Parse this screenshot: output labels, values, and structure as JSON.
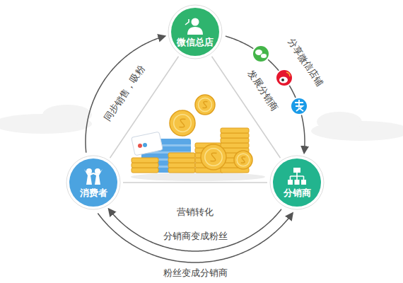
{
  "diagram": {
    "nodes": [
      {
        "text": [
          "微信总店"
        ]
      },
      {
        "text": [
          "消费者"
        ]
      },
      {
        "text": [
          "分销商"
        ]
      }
    ],
    "edges": [
      {
        "from": 1,
        "to": 0,
        "arrow": "to",
        "label": "同步销售，吸粉"
      },
      {
        "from": 0,
        "to": 2,
        "arrow": "to",
        "label": "发展分销商"
      },
      {
        "from": 1,
        "to": 2,
        "arrow": "none",
        "label": "营销转化"
      },
      {
        "from": 2,
        "to": 1,
        "arrow": "to",
        "label": "分销商变成粉丝"
      },
      {
        "from": 1,
        "to": 2,
        "arrow": "to",
        "label": "粉丝变成分销商"
      },
      {
        "from": 0,
        "to": 1,
        "arrow": "none"
      },
      {
        "from": 0,
        "to": 2,
        "arrow": "none"
      }
    ],
    "labels": [
      "分享微信店铺"
    ]
  }
}
